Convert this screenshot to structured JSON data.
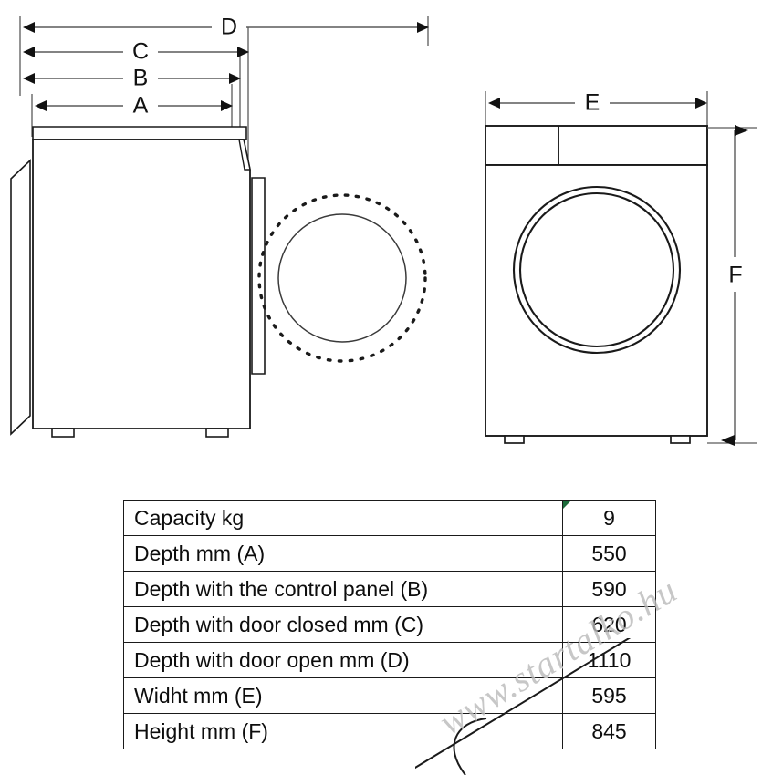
{
  "diagram": {
    "title": "Washing machine dimension drawing",
    "views": {
      "side": {
        "name": "Side view with door swing"
      },
      "front": {
        "name": "Front view"
      }
    },
    "dimension_labels": {
      "a": "A",
      "b": "B",
      "c": "C",
      "d": "D",
      "e": "E",
      "f": "F"
    }
  },
  "table": {
    "rows": [
      {
        "label": "Capacity kg",
        "value": "9"
      },
      {
        "label": "Depth mm (A)",
        "value": "550"
      },
      {
        "label": "Depth with the control panel (B)",
        "value": "590"
      },
      {
        "label": "Depth with door closed mm (C)",
        "value": "620"
      },
      {
        "label": "Depth with door open mm (D)",
        "value": "1110"
      },
      {
        "label": "Widht mm (E)",
        "value": "595"
      },
      {
        "label": "Height mm (F)",
        "value": "845"
      }
    ]
  },
  "watermark": {
    "text": "www.startalko.hu"
  },
  "colors": {
    "line": "#1a1a1a",
    "thin_line": "#5a5a5a",
    "background": "#ffffff",
    "comment_marker": "#1c6b3a",
    "watermark": "rgba(0,0,0,0.22)"
  }
}
